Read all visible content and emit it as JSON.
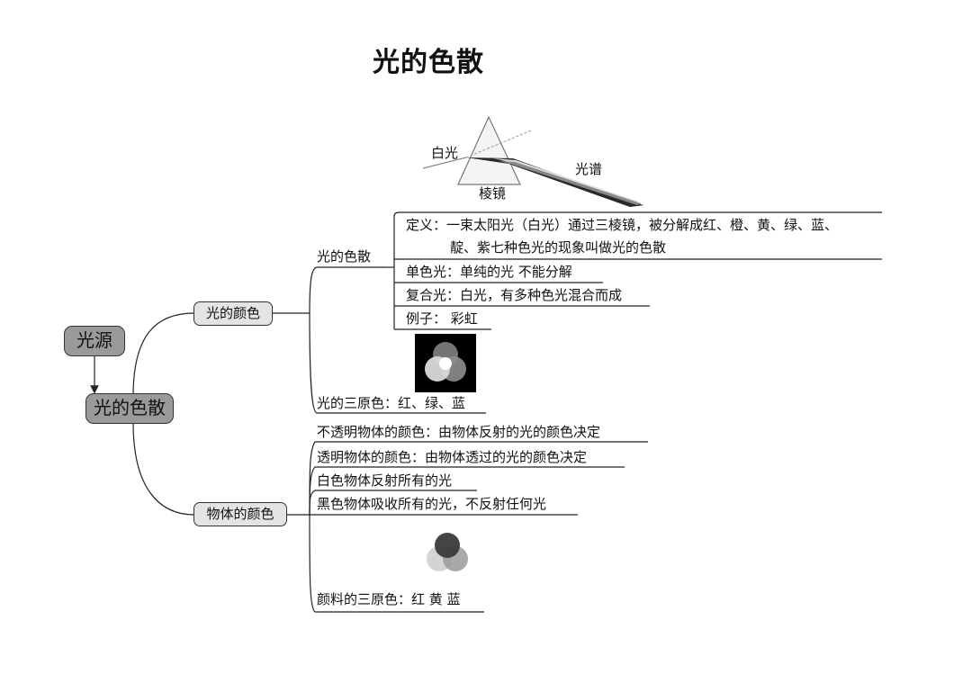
{
  "title": "光的色散",
  "root": {
    "source": "光源",
    "center": "光的色散"
  },
  "prism": {
    "white_light": "白光",
    "prism_label": "棱镜",
    "spectrum": "光谱"
  },
  "branches": {
    "light_color": {
      "label": "光的颜色",
      "dispersion": {
        "label": "光的色散",
        "items": [
          {
            "text": "定义：一束太阳光（白光）通过三棱镜，被分解成红、橙、黄、绿、蓝、",
            "text2": "靛、紫七种色光的现象叫做光的色散"
          },
          {
            "text": "单色光：单纯的光 不能分解"
          },
          {
            "text": "复合光：白光，有多种色光混合而成"
          },
          {
            "text": "例子： 彩虹"
          }
        ]
      },
      "primary": "光的三原色：红、绿、蓝"
    },
    "object_color": {
      "label": "物体的颜色",
      "items": [
        "不透明物体的颜色：由物体反射的光的颜色决定",
        "透明物体的颜色：由物体透过的光的颜色决定",
        "白色物体反射所有的光",
        "黑色物体吸收所有的光，不反射任何光"
      ],
      "pigment": "颜料的三原色：红 黄 蓝"
    }
  }
}
